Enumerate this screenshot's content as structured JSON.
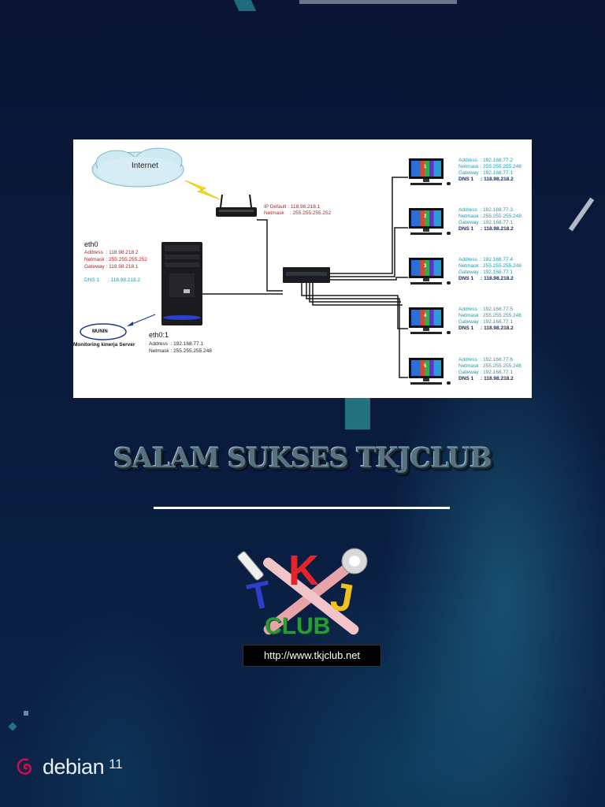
{
  "diagram": {
    "internet_label": "Internet",
    "router": {
      "ip_line": "IP Default : 118.98.218.1",
      "netmask_line": "Netmask    : 255.255.255.252"
    },
    "server": {
      "iface0": "eth0",
      "address": "Address  : 118.98.218.2",
      "netmask": "Netmask : 255.255.255.252",
      "gateway": "Gateway : 118.98.218.1",
      "dns": "DNS 1      : 118.98.218.2",
      "iface1": "eth0:1",
      "address1": "Address  : 192.168.77.1",
      "netmask1": "Netmask : 255.255.255.248"
    },
    "munin_label": "MUNIN",
    "monitoring_label": "Monitoring kinerja Server",
    "clients": [
      {
        "num": "1",
        "address": "Address  : 192.168.77.2",
        "netmask": "Netmask : 255.255.255.248",
        "gateway": "Gateway : 192.168.77.1",
        "dns": "DNS 1     : 118.98.218.2"
      },
      {
        "num": "2",
        "address": "Address  : 192.168.77.3",
        "netmask": "Netmask : 255.255.255.248",
        "gateway": "Gateway : 192.168.77.1",
        "dns": "DNS 1     : 118.98.218.2"
      },
      {
        "num": "3",
        "address": "Address  : 192.168.77.4",
        "netmask": "Netmask : 255.255.255.248",
        "gateway": "Gateway : 192.168.77.1",
        "dns": "DNS 1     : 118.98.218.2"
      },
      {
        "num": "4",
        "address": "Address  : 192.168.77.5",
        "netmask": "Netmask : 255.255.255.248",
        "gateway": "Gateway : 192.168.77.1",
        "dns": "DNS 1     : 118.98.218.2"
      },
      {
        "num": "5",
        "address": "Address  : 192.168.77.6",
        "netmask": "Netmask : 255.255.255.248",
        "gateway": "Gateway : 192.168.77.1",
        "dns": "DNS 1     : 118.98.218.2"
      }
    ]
  },
  "heading": "SALAM SUKSES TKJCLUB",
  "logo": {
    "letters": [
      "T",
      "K",
      "J"
    ],
    "club": "CLUB",
    "url": "http://www.tkjclub.net"
  },
  "footer": {
    "brand": "debian",
    "version": "11"
  },
  "colors": {
    "background": "#081636",
    "accent_teal": "#2a8f9d",
    "address_red": "#b01e22",
    "client_teal": "#1a9bb0"
  }
}
